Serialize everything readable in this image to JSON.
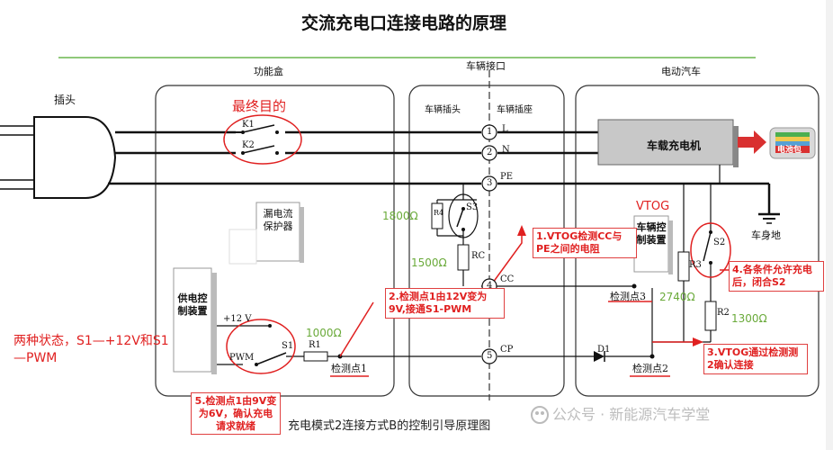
{
  "title": "交流充电口连接电路的原理",
  "sections": {
    "function_box": "功能盒",
    "vehicle_interface": "车辆接口",
    "electric_vehicle": "电动汽车"
  },
  "labels": {
    "plug": "插头",
    "vehicle_plug": "车辆插头",
    "vehicle_socket": "车辆插座",
    "final_goal": "最终目的",
    "k1": "K1",
    "k2": "K2",
    "leakage_protector": "漏电流保护器",
    "power_control_device": "供电控制装置",
    "plus12v": "+12 V",
    "pwm": "PWM",
    "s1": "S1",
    "r1": "R1",
    "detect_point_1": "检测点1",
    "r4": "R4",
    "s3": "S3",
    "rc": "RC",
    "vtog": "VTOG",
    "vehicle_control_device": "车辆控制装置",
    "onboard_charger": "车载充电机",
    "battery_pack": "电池包",
    "vehicle_body_ground": "车身地",
    "detect_point_3": "检测点3",
    "detect_point_2": "检测点2",
    "r3": "R3",
    "r2": "R2",
    "s2": "S2",
    "d1": "D1",
    "pin_l": "L",
    "pin_n": "N",
    "pin_pe": "PE",
    "pin_cc": "CC",
    "pin_cp": "CP",
    "pin1": "1",
    "pin2": "2",
    "pin3": "3",
    "pin4": "4",
    "pin5": "5"
  },
  "values": {
    "r4": "1800Ω",
    "rc": "1500Ω",
    "r1": "1000Ω",
    "r3": "2740Ω",
    "r2": "1300Ω"
  },
  "annotations": {
    "two_states": "两种状态，S1—+12V和S1—PWM",
    "callout1": "1.VTOG检测CC与PE之间的电阻",
    "callout2": "2.检测点1由12V变为9V,接通S1-PWM",
    "callout3": "3.VTOG通过检测测2确认连接",
    "callout4": "4.各条件允许充电后，闭合S2",
    "callout5": "5.检测点1由9V变为6V，确认充电请求就绪"
  },
  "caption": "充电模式2连接方式B的控制引导原理图",
  "watermark": "公众号 · 新能源汽车学堂",
  "colors": {
    "title_rule": "#8fc97a",
    "callout_red": "#e02020",
    "value_green": "#6aaa3a",
    "charger_fill": "#c8c8c8",
    "battery_red": "#d93030"
  }
}
